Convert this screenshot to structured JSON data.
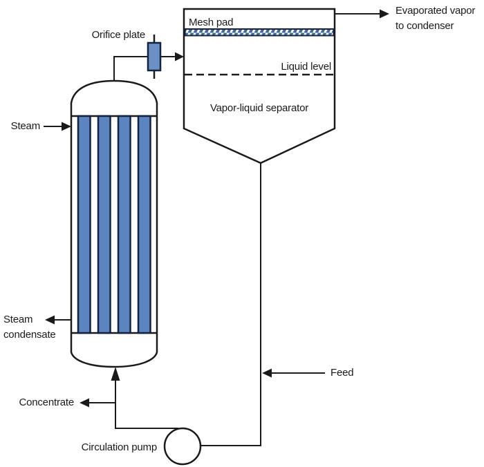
{
  "labels": {
    "orifice_plate": "Orifice plate",
    "mesh_pad": "Mesh pad",
    "liquid_level": "Liquid level",
    "vapor_liquid_separator": "Vapor-liquid separator",
    "evaporated_vapor_line1": "Evaporated vapor",
    "evaporated_vapor_line2": "to condenser",
    "steam": "Steam",
    "steam_condensate_line1": "Steam",
    "steam_condensate_line2": "condensate",
    "feed": "Feed",
    "concentrate": "Concentrate",
    "circulation_pump": "Circulation pump"
  },
  "colors": {
    "line": "#1a1a1a",
    "tube_fill": "#5b85c1",
    "tube_border": "#16233f",
    "orifice_fill": "#6b90c6",
    "mesh_hatch": "#41699c",
    "vessel_fill": "#ffffff"
  }
}
